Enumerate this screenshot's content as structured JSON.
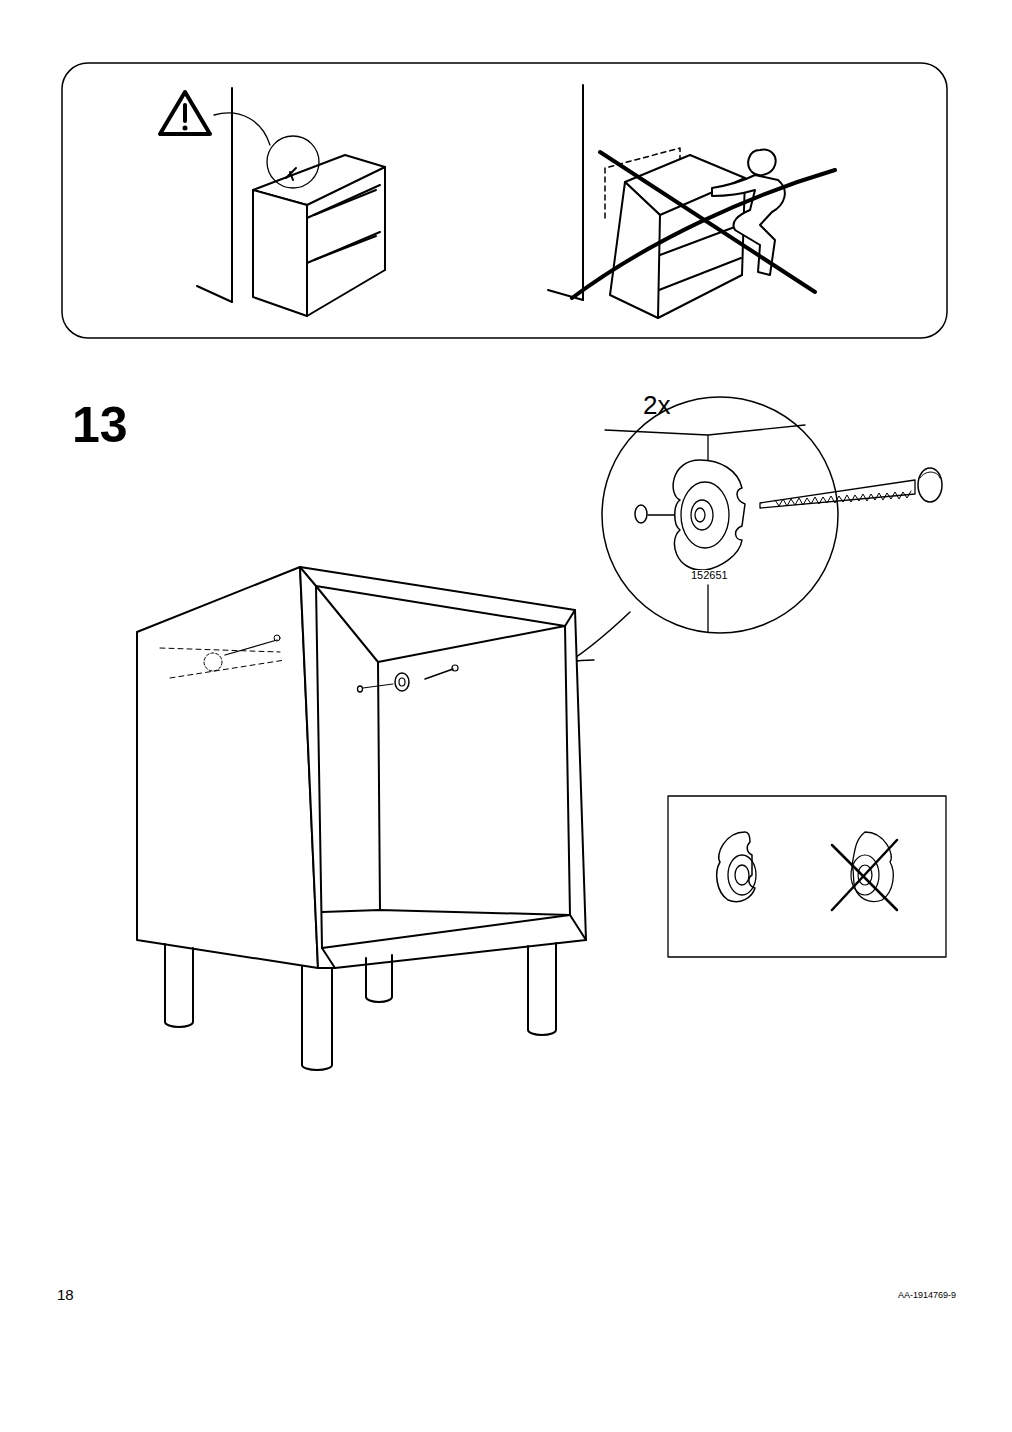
{
  "diagram": {
    "labels": [
      "13",
      "2x",
      "152651",
      "18",
      "AA-1914769-9"
    ]
  }
}
